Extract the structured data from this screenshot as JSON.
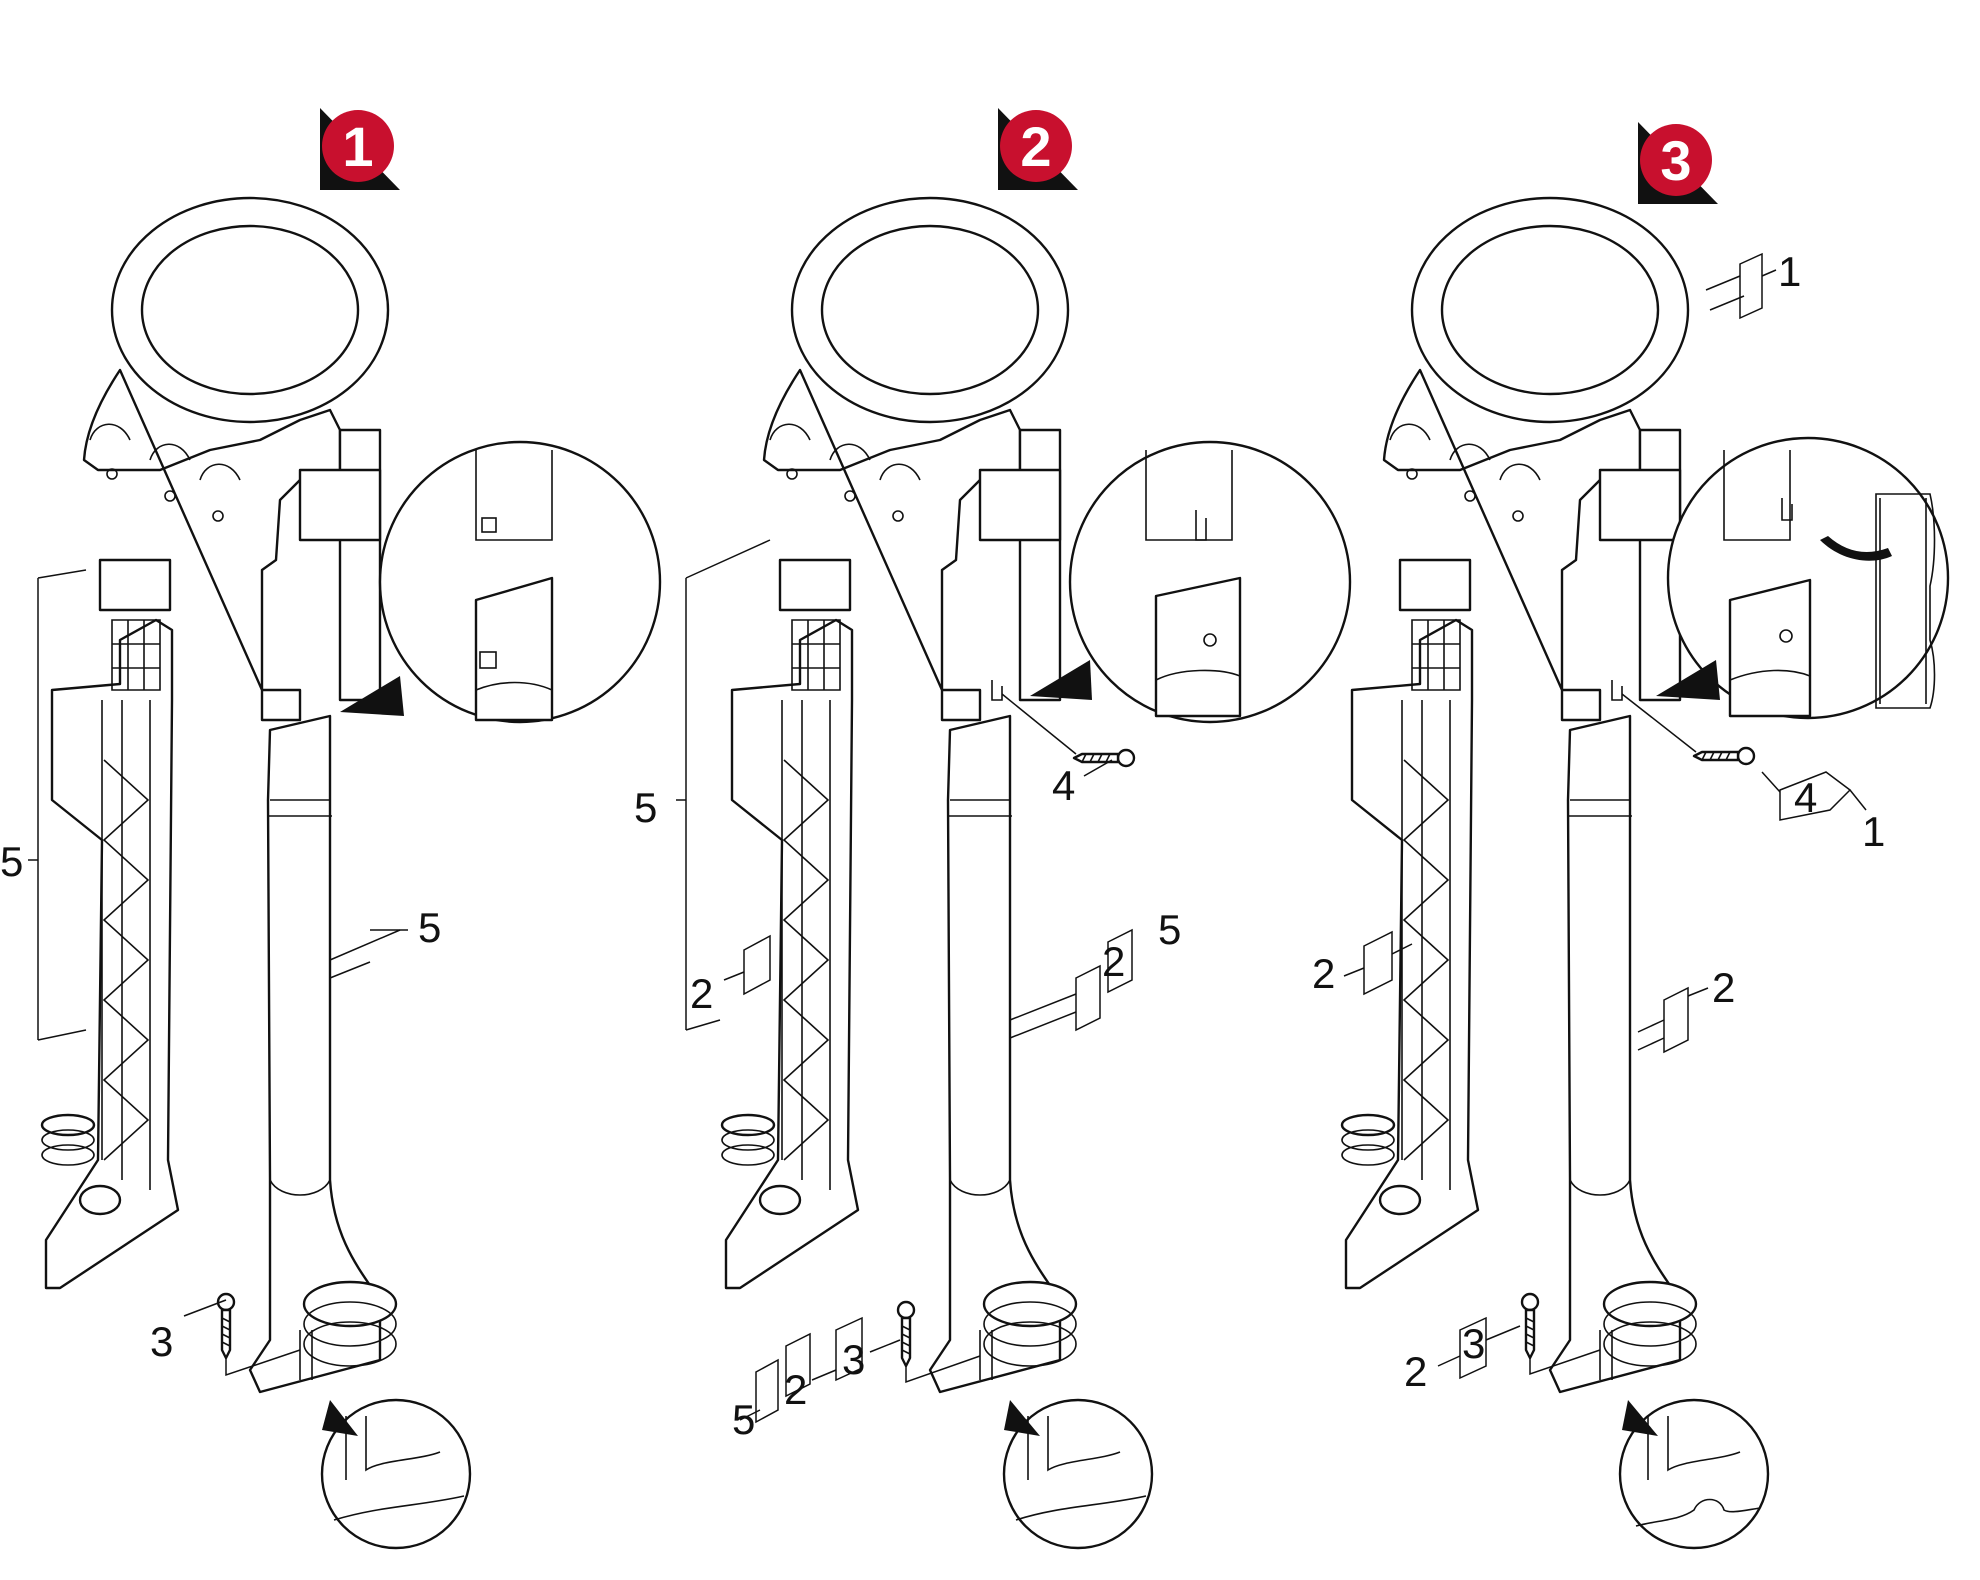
{
  "colors": {
    "badge_red": "#c8102e",
    "badge_black": "#111111",
    "line": "#111111"
  },
  "steps": [
    {
      "number": "1",
      "callouts": [
        {
          "id": "bracket-left",
          "label": "5"
        },
        {
          "id": "tube",
          "label": "5"
        },
        {
          "id": "screw-bottom",
          "label": "3"
        }
      ]
    },
    {
      "number": "2",
      "callouts": [
        {
          "id": "bracket-left",
          "label": "5"
        },
        {
          "id": "holder",
          "label": "2"
        },
        {
          "id": "tube-a",
          "label": "2"
        },
        {
          "id": "tube-b",
          "label": "5"
        },
        {
          "id": "screw-top",
          "label": "4"
        },
        {
          "id": "screw-bottom-a",
          "label": "5"
        },
        {
          "id": "screw-bottom-b",
          "label": "2"
        },
        {
          "id": "screw-bottom-c",
          "label": "3"
        }
      ]
    },
    {
      "number": "3",
      "callouts": [
        {
          "id": "handle",
          "label": "1"
        },
        {
          "id": "screw-top-a",
          "label": "4"
        },
        {
          "id": "screw-top-b",
          "label": "1"
        },
        {
          "id": "holder",
          "label": "2"
        },
        {
          "id": "tube",
          "label": "2"
        },
        {
          "id": "screw-bottom-a",
          "label": "2"
        },
        {
          "id": "screw-bottom-b",
          "label": "3"
        }
      ]
    }
  ]
}
